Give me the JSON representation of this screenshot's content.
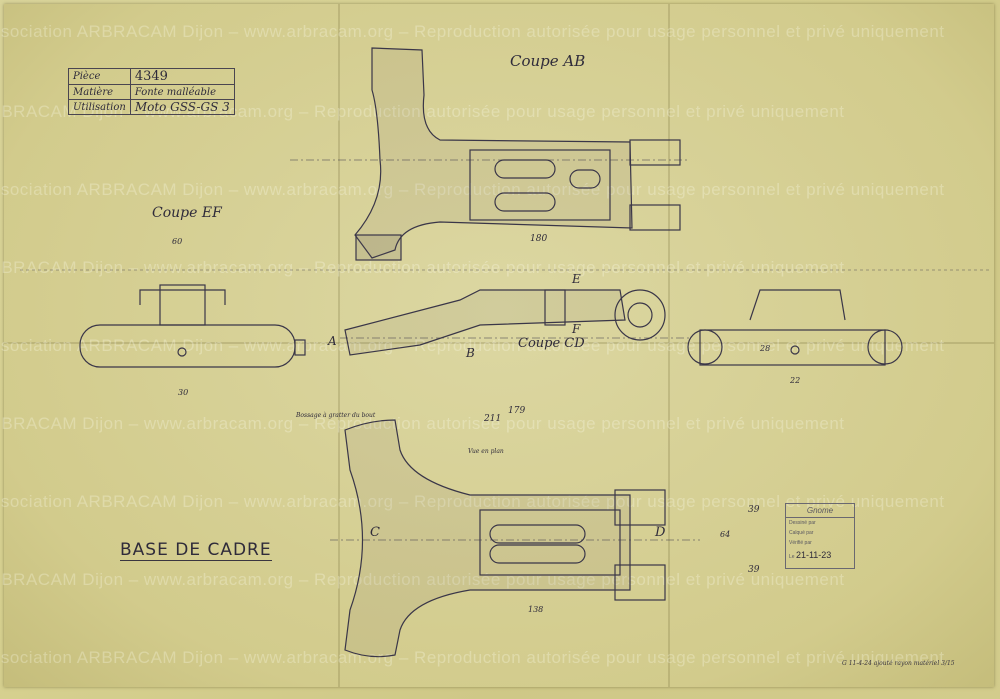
{
  "watermark": "Association ARBRACAM Dijon – www.arbracam.org – Reproduction autorisée pour usage personnel et privé uniquement",
  "title_block": {
    "piece_label": "Pièce",
    "piece_value": "4349",
    "matiere_label": "Matière",
    "matiere_value": "Fonte malléable",
    "utilisation_label": "Utilisation",
    "utilisation_value": "Moto GSS-GS 3"
  },
  "drawing_title": "BASE DE CADRE",
  "sections": {
    "ab": "Coupe AB",
    "ef": "Coupe EF",
    "cd": "Coupe CD"
  },
  "cut_letters": {
    "a": "A",
    "b": "B",
    "c": "C",
    "d": "D",
    "e": "E",
    "f": "F"
  },
  "dimensions": {
    "d180": "180",
    "d179": "179",
    "d211": "211",
    "d138": "138",
    "d60": "60",
    "d30": "30",
    "d39a": "39",
    "d39b": "39",
    "d64": "64",
    "d22": "22",
    "d28": "28"
  },
  "annotations": {
    "bossage": "Bossage à gratter du bout",
    "vue": "Vue en plan"
  },
  "stamp": {
    "brand": "Gnome",
    "dessine": "Dessiné par",
    "calque": "Calqué par",
    "verifie": "Vérifié par",
    "le": "Le",
    "date": "21-11-23"
  },
  "margin_note": "G 11-4-24 ajouté rayon matériel 3/15"
}
